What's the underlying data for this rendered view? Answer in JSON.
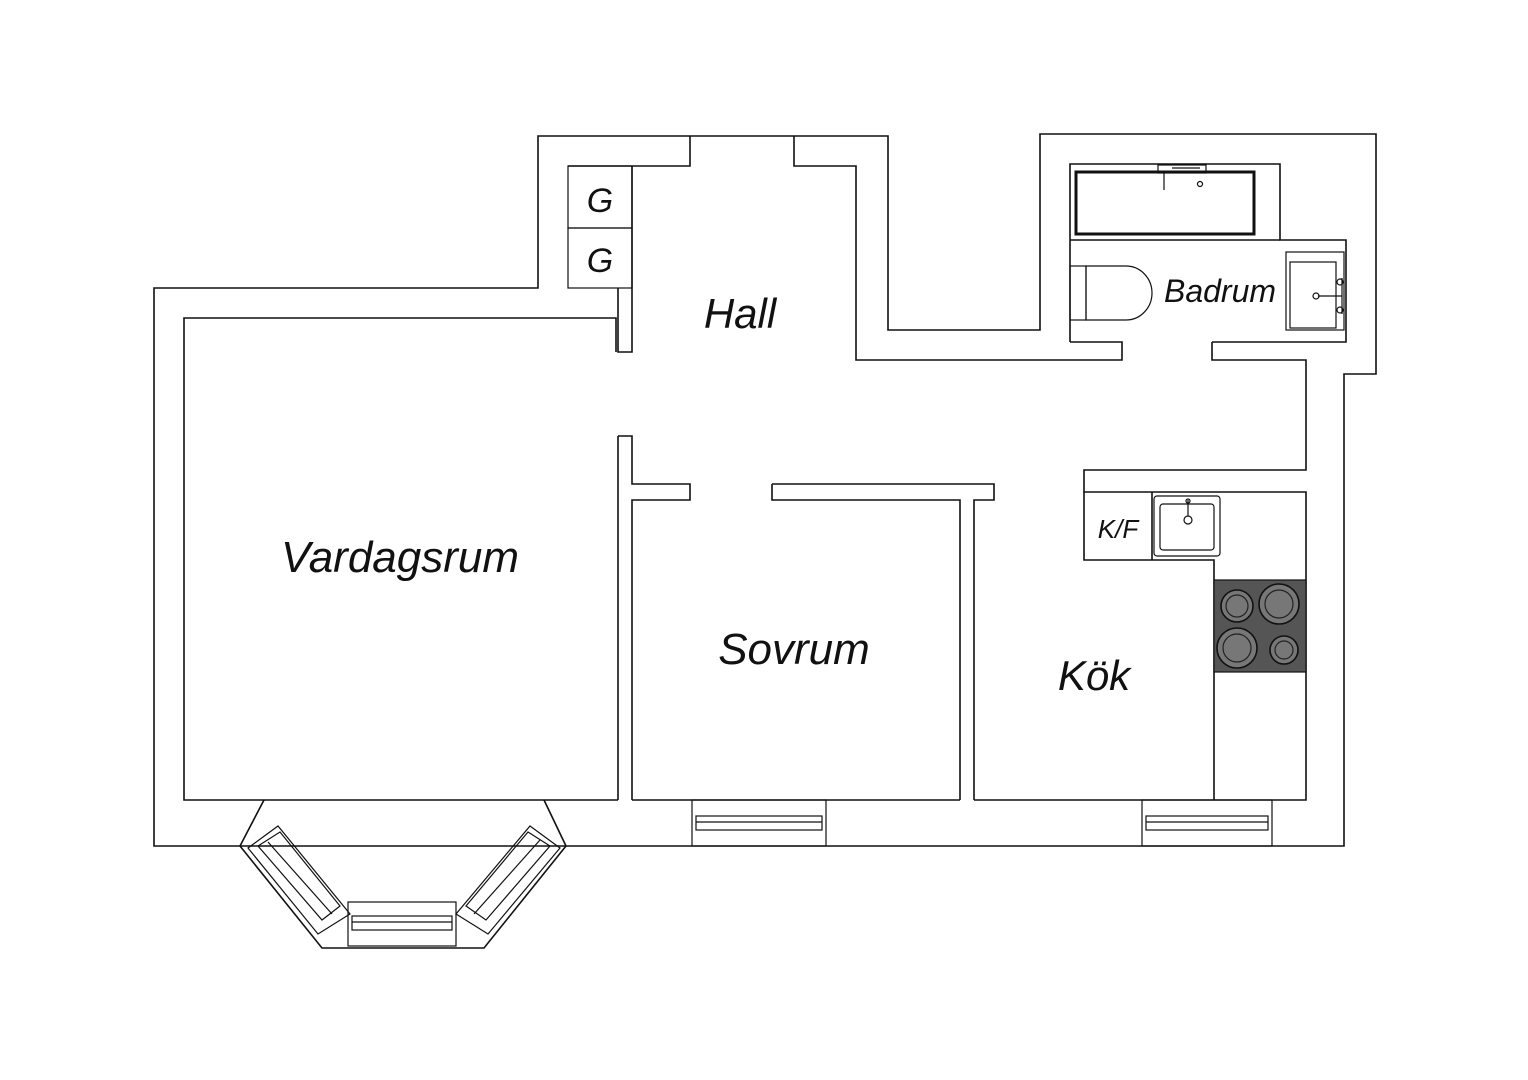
{
  "rooms": {
    "hall": "Hall",
    "badrum": "Badrum",
    "vardagsrum": "Vardagsrum",
    "sovrum": "Sovrum",
    "kok": "Kök"
  },
  "fixtures": {
    "closet_1": "G",
    "closet_2": "G",
    "fridge_freezer": "K/F"
  },
  "colors": {
    "line": "#111111",
    "background": "#ffffff",
    "stove": "#555555"
  }
}
